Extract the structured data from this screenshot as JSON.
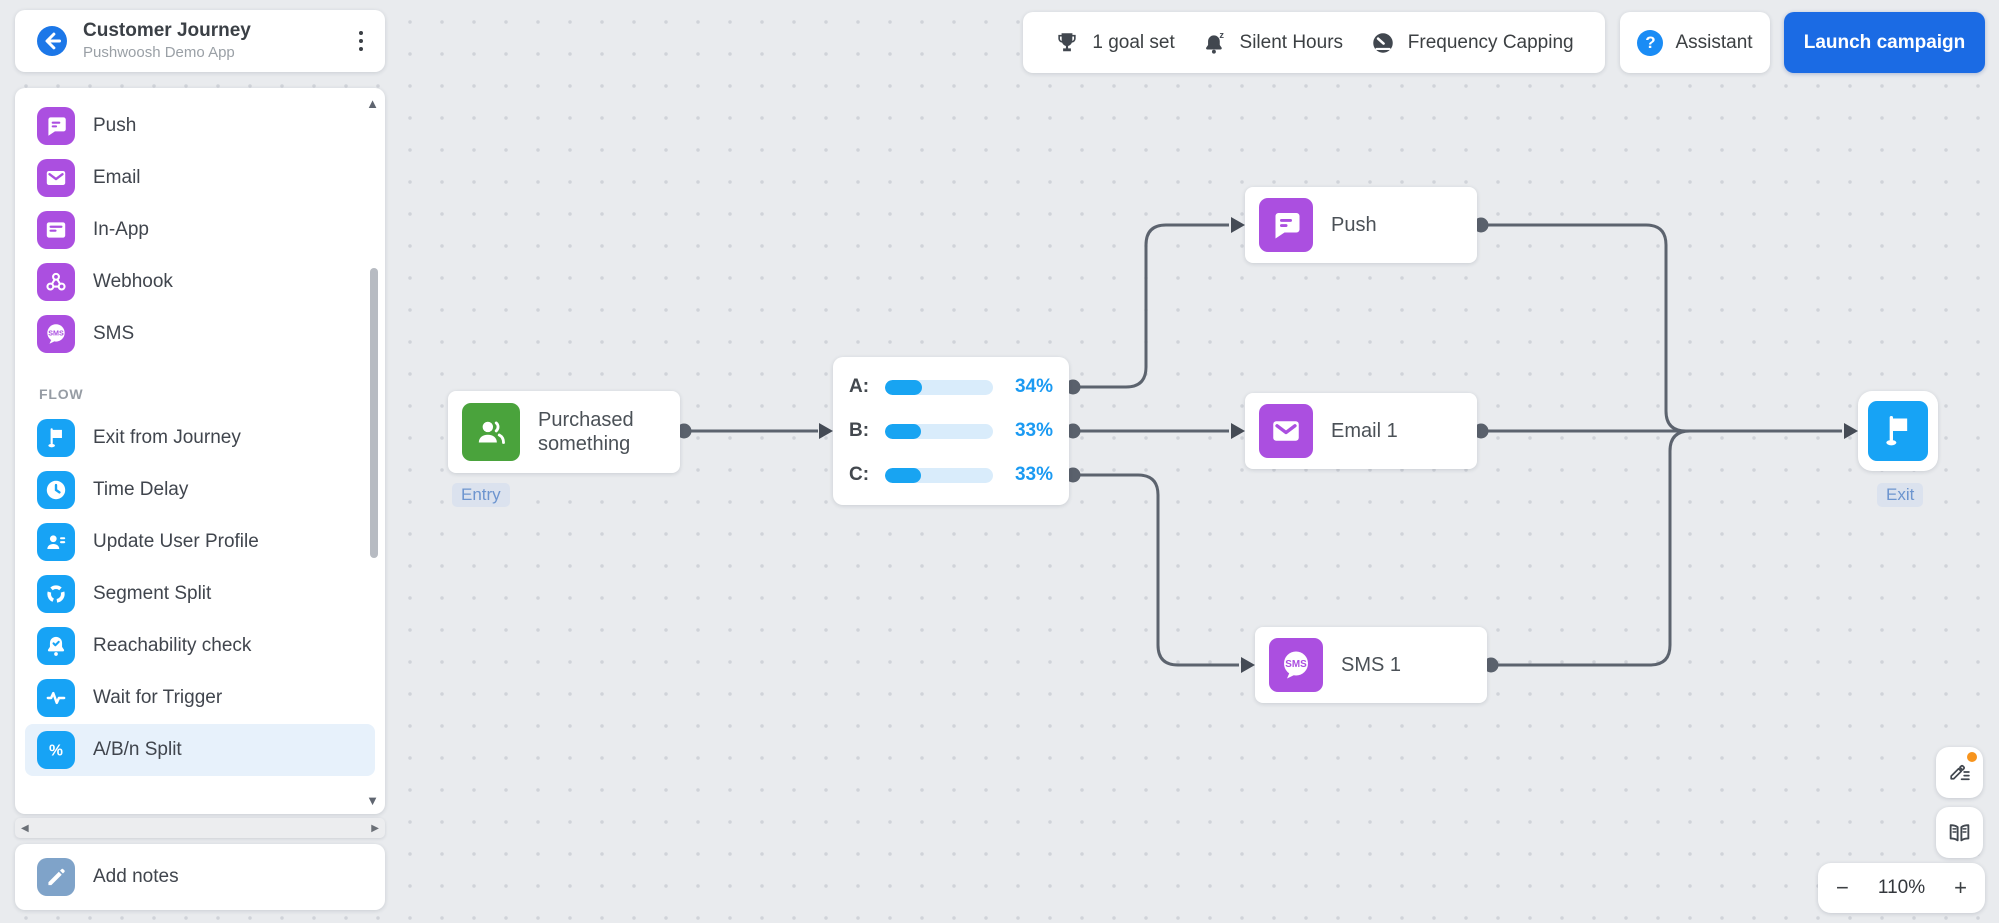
{
  "header": {
    "title": "Customer Journey",
    "subtitle": "Pushwoosh Demo App"
  },
  "toolbar": {
    "goal_label": "1 goal set",
    "silent_hours_label": "Silent Hours",
    "frequency_label": "Frequency Capping",
    "assistant_label": "Assistant",
    "launch_label": "Launch campaign"
  },
  "sidebar": {
    "channels": [
      {
        "label": "Push",
        "icon": "push-chat-icon"
      },
      {
        "label": "Email",
        "icon": "email-icon"
      },
      {
        "label": "In-App",
        "icon": "inapp-icon"
      },
      {
        "label": "Webhook",
        "icon": "webhook-icon"
      },
      {
        "label": "SMS",
        "icon": "sms-icon"
      }
    ],
    "flow_header": "FLOW",
    "flow_items": [
      {
        "label": "Exit from Journey",
        "icon": "flag-icon"
      },
      {
        "label": "Time Delay",
        "icon": "clock-icon"
      },
      {
        "label": "Update User Profile",
        "icon": "user-profile-icon"
      },
      {
        "label": "Segment Split",
        "icon": "segment-split-icon"
      },
      {
        "label": "Reachability check",
        "icon": "bell-check-icon"
      },
      {
        "label": "Wait for Trigger",
        "icon": "pulse-icon"
      },
      {
        "label": "A/B/n Split",
        "icon": "percent-icon",
        "active": true
      }
    ],
    "add_notes_label": "Add notes"
  },
  "canvas": {
    "entry_node": {
      "title": "Purchased something",
      "badge": "Entry"
    },
    "split_rows": [
      {
        "label": "A:",
        "pct_label": "34%",
        "value": 34
      },
      {
        "label": "B:",
        "pct_label": "33%",
        "value": 33
      },
      {
        "label": "C:",
        "pct_label": "33%",
        "value": 33
      }
    ],
    "push_node": {
      "label": "Push"
    },
    "email_node": {
      "label": "Email 1"
    },
    "sms_node": {
      "label": "SMS 1"
    },
    "exit_node": {
      "badge": "Exit"
    }
  },
  "zoom": {
    "level": "110%",
    "minus": "−",
    "plus": "+"
  },
  "colors": {
    "accent_blue": "#1b6be4",
    "channel_purple": "#ab4fe0",
    "flow_blue": "#17a3f5",
    "entry_green": "#4aa33c",
    "percent_blue": "#1b9af2",
    "connector_gray": "#5c636e",
    "badge_text_blue": "#6d95cf",
    "notification_orange": "#f7941d"
  }
}
